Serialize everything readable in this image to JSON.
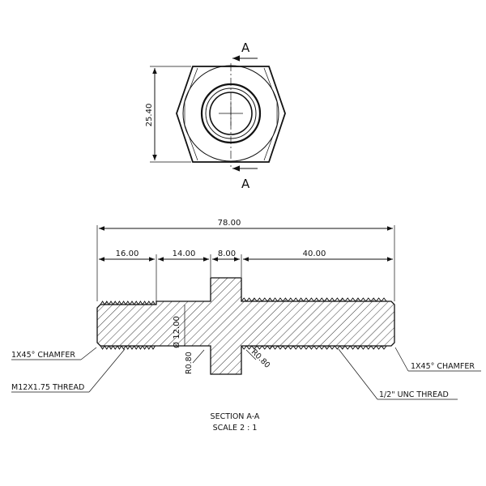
{
  "top_view": {
    "section_mark": "A",
    "section_mark_bottom": "A",
    "height_dim": "25.40"
  },
  "section_view": {
    "overall_length": "78.00",
    "segment_1": "16.00",
    "segment_2": "14.00",
    "segment_3": "8.00",
    "segment_4": "40.00",
    "diameter": "Ø 12.00",
    "radius_left": "R0.80",
    "radius_right": "R0.80",
    "chamfer_left": "1X45° CHAMFER",
    "chamfer_right": "1X45° CHAMFER",
    "thread_left": "M12X1.75 THREAD",
    "thread_right": "1/2\" UNC THREAD"
  },
  "caption": {
    "line1": "SECTION A-A",
    "line2": "SCALE 2 : 1"
  }
}
